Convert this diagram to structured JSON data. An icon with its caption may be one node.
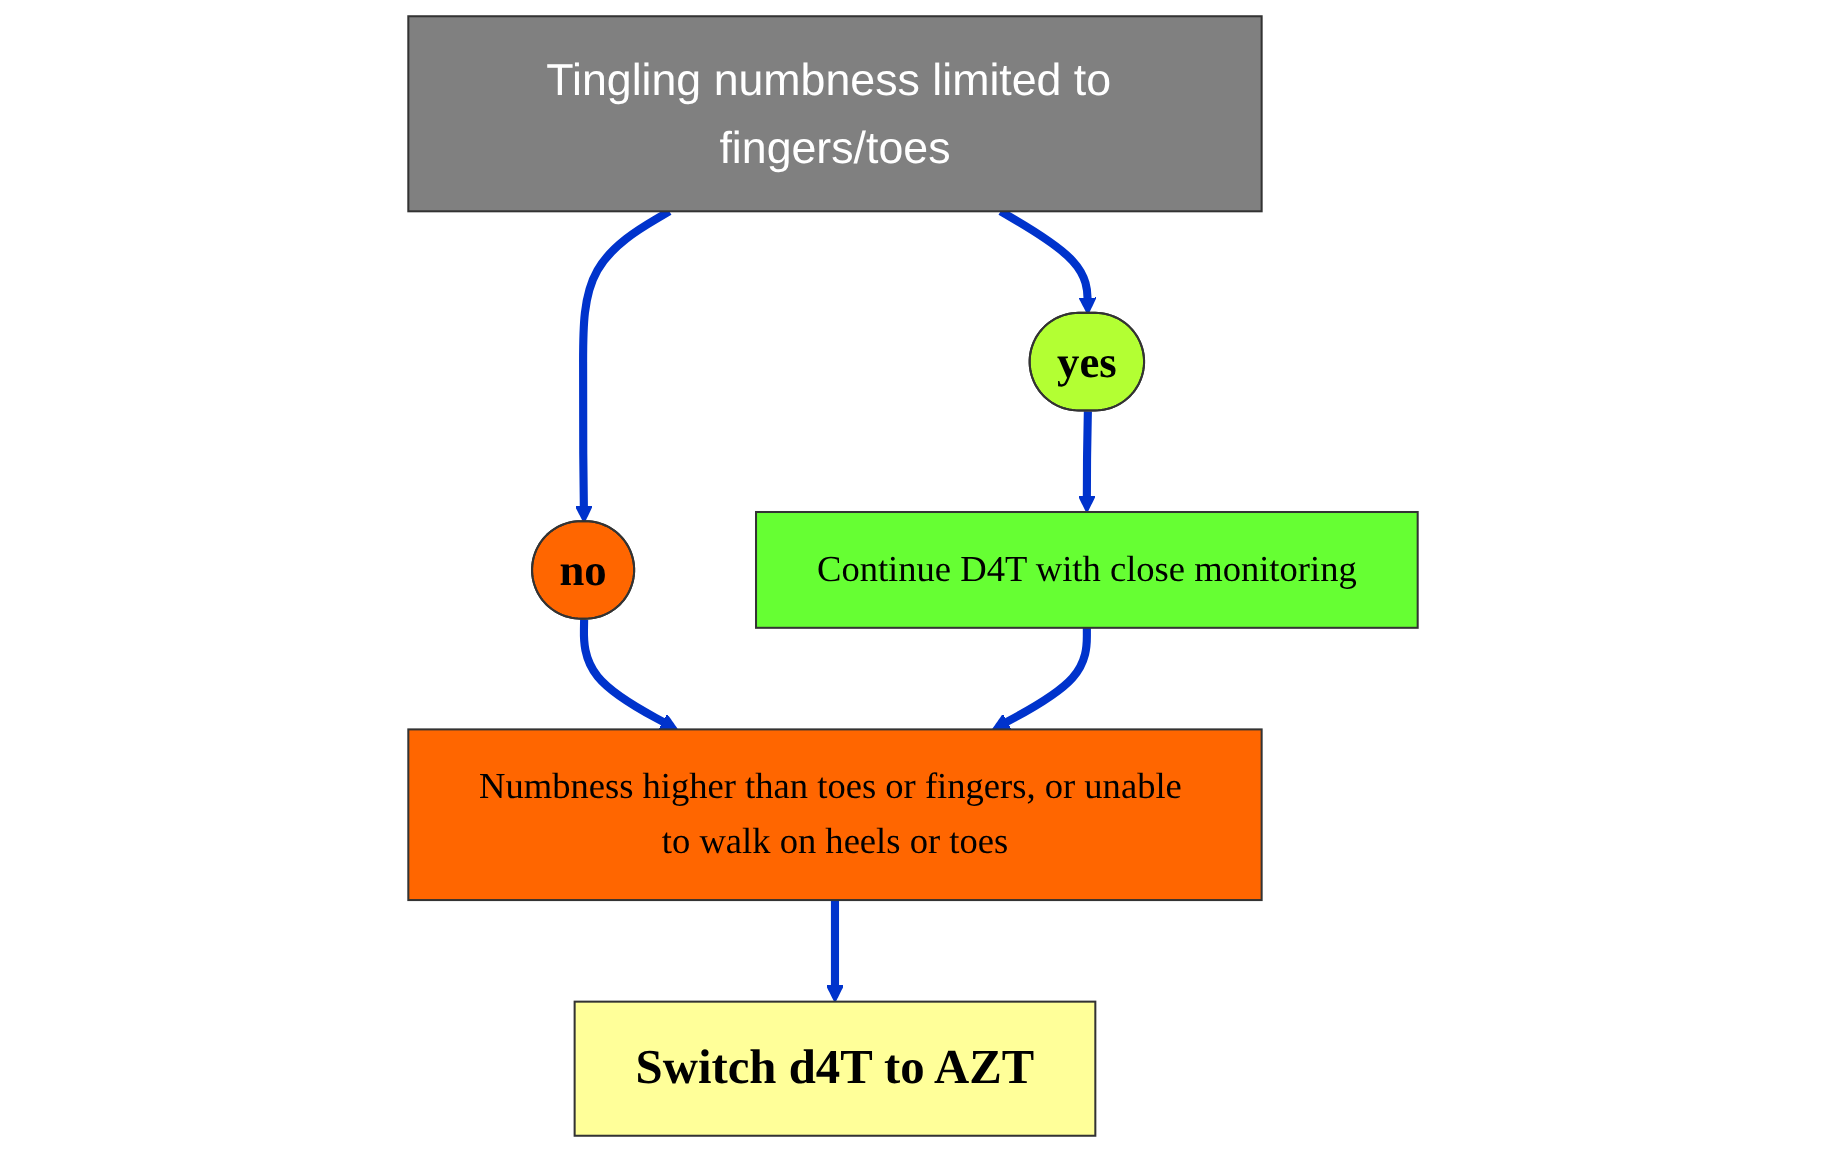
{
  "diagram": {
    "nodes": [
      {
        "text": [
          "Tingling numbness limited to fingers/toes"
        ]
      },
      {
        "text": [
          "yes"
        ]
      },
      {
        "text": [
          "no"
        ]
      },
      {
        "text": [
          "Continue D4T with close monitoring"
        ]
      },
      {
        "text": [
          "Numbness higher than toes or fingers, or unable to walk on heels or toes"
        ]
      },
      {
        "text": [
          "Switch d4T to AZT"
        ]
      }
    ],
    "edges": [
      {
        "from": 0,
        "to": 1,
        "arrow": "to"
      },
      {
        "from": 0,
        "to": 2,
        "arrow": "to"
      },
      {
        "from": 1,
        "to": 3,
        "arrow": "to"
      },
      {
        "from": 2,
        "to": 4,
        "arrow": "to"
      },
      {
        "from": 3,
        "to": 4,
        "arrow": "to"
      },
      {
        "from": 4,
        "to": 5,
        "arrow": "to"
      }
    ]
  }
}
